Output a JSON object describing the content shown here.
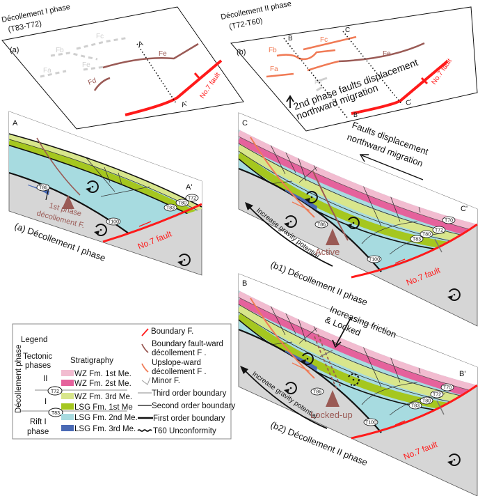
{
  "colors": {
    "wz1": "#f2bcd0",
    "wz2": "#e5629c",
    "wz3": "#d8e68c",
    "lsg1": "#a5c71f",
    "lsg2": "#a7dbe0",
    "lsg3": "#4a6ab5",
    "basement": "#d6d6d6",
    "boundary_fault": "#ff1a1a",
    "boundary_ward": "#9a5a55",
    "upslope_ward": "#f07a55"
  },
  "map_a": {
    "title": "Décollement I phase",
    "subtitle": "(T83-T72)",
    "panel": "(a)",
    "faults": {
      "fa": "Fa",
      "fb": "Fb",
      "fc": "Fc",
      "fd": "Fd",
      "fe_old": "Fe",
      "fe": "Fe"
    },
    "sec_start": "A",
    "sec_end": "A'",
    "fault_label": "No.7 fault"
  },
  "map_b": {
    "title": "Décollement II phase",
    "subtitle": "(T72-T60)",
    "panel": "(b)",
    "faults": {
      "fa": "Fa",
      "fb": "Fb",
      "fc": "Fc",
      "fe_old": "Fe",
      "fe": "Fe"
    },
    "sec_b_start": "B",
    "sec_b_end": "B'",
    "sec_c_start": "C",
    "sec_c_end": "C'",
    "note_1": "2nd phase faults displacement",
    "note_2": "northward migration",
    "fault_label": "No.7 fault"
  },
  "section_a": {
    "start": "A",
    "end": "A'",
    "caption": "(a) Décollement I phase",
    "fault_note_1": "1st phase",
    "fault_note_2": "décollement F.",
    "fault_label": "No.7 fault",
    "horizons": {
      "t86": "T86",
      "t100": "T100",
      "t83": "T83",
      "t80": "T80",
      "t72": "T72"
    }
  },
  "section_c": {
    "start": "C",
    "end": "C'",
    "caption": "(b1) Décollement II phase",
    "migration_1": "Faults displacement",
    "migration_2": "northward migration",
    "gravity": "Increase gravity potential",
    "status": "Active",
    "fault_label": "No.7 fault",
    "horizons": {
      "t86": "T86",
      "t100": "T100",
      "t83": "T83",
      "t80": "T80",
      "t72": "T72",
      "t70": "T70"
    }
  },
  "section_b": {
    "start": "B",
    "end": "B'",
    "caption": "(b2) Décollement II phase",
    "friction_1": "Increasing friction",
    "friction_2": "& Locked",
    "gravity": "Increase gravity potential",
    "status": "Locked-up",
    "fault_label": "No.7 fault",
    "horizons": {
      "t86": "T86",
      "t100": "T100",
      "t83": "T83",
      "t80": "T80",
      "t72": "T72",
      "t70": "T70"
    }
  },
  "legend": {
    "title": "Legend",
    "tectonic_1": "Tectonic",
    "tectonic_2": "phases",
    "stratigraphy": "Stratigraphy",
    "decollement_phase": "Décollement phase",
    "phase_ii": "II",
    "phase_i": "I",
    "rift_1": "Rift I",
    "rift_2": "phase",
    "t72": "T72",
    "t83": "T83",
    "strat": [
      "WZ Fm. 1st Me.",
      "WZ Fm. 2st Me.",
      "WZ Fm. 3rd Me.",
      "LSG Fm. 1st Me",
      "LSG Fm. 2nd Me.",
      "LSG Fm. 3rd Me."
    ],
    "boundary_f": "Boundary F.",
    "boundary_ward_1": "Boundary fault-ward",
    "boundary_ward_2": "décollement F .",
    "upslope_1": "Upslope-ward",
    "upslope_2": "décollement F .",
    "minor_f": "Minor F.",
    "third": "Third order boundary",
    "second": "Second order boundary",
    "first": "First order boundary",
    "t60": "T60 Unconformity"
  }
}
